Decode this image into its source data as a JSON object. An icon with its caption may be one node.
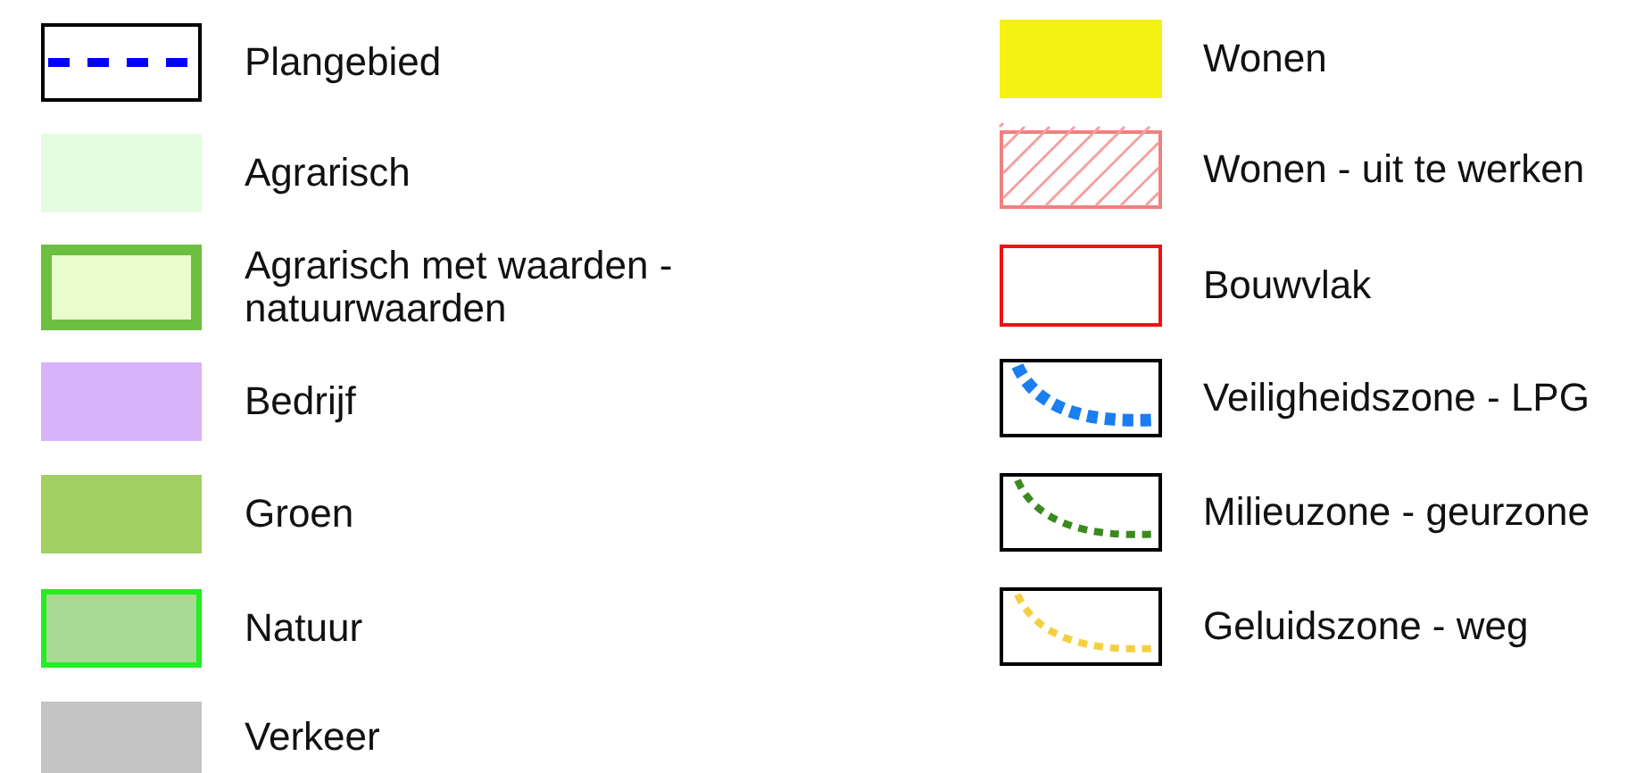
{
  "diagram": {
    "legend": [
      {
        "text": "Plangebied"
      },
      {
        "text": "Agrarisch",
        "color": "#e4fde0"
      },
      {
        "text": "Agrarisch met waarden - natuurwaarden",
        "color": "#eafccc"
      },
      {
        "text": "Bedrijf",
        "color": "#d9b3f9"
      },
      {
        "text": "Groen",
        "color": "#a2cf62"
      },
      {
        "text": "Natuur",
        "color": "#a7da92"
      },
      {
        "text": "Verkeer",
        "color": "#c4c4c4"
      },
      {
        "text": "Wonen",
        "color": "#f4f212"
      },
      {
        "text": "Wonen - uit te werken"
      },
      {
        "text": "Bouwvlak"
      },
      {
        "text": "Veiligheidszone - LPG"
      },
      {
        "text": "Milieuzone - geurzone"
      },
      {
        "text": "Geluidszone - weg"
      }
    ]
  }
}
